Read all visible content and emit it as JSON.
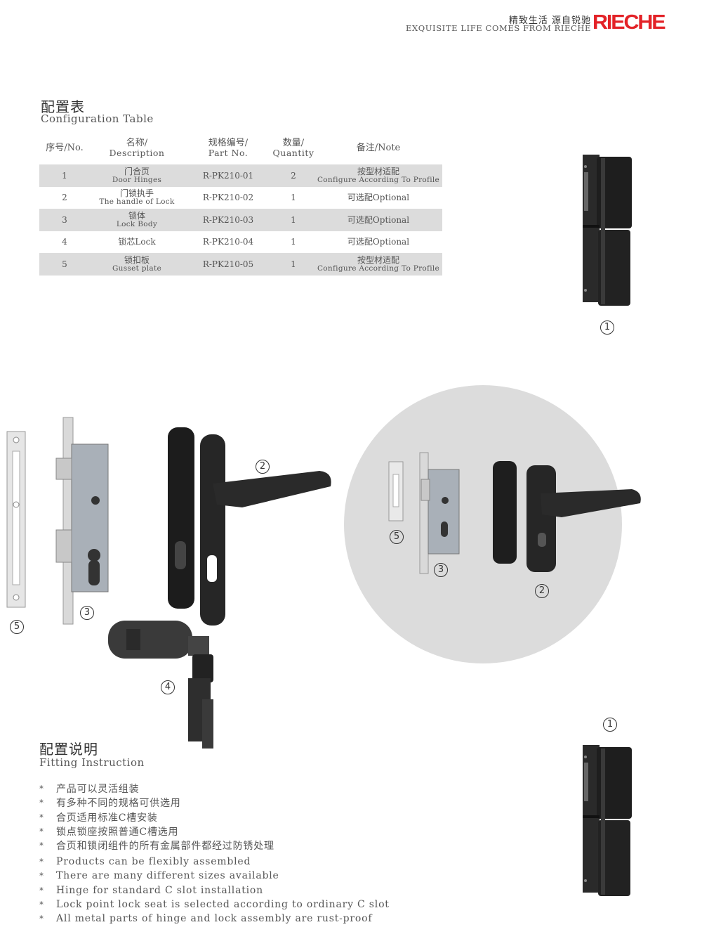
{
  "header": {
    "slogan_cn": "精致生活 源自锐驰",
    "slogan_en": "EXQUISITE LIFE COMES FROM RIECHE",
    "logo_text": "RIECHE",
    "brand_color": "#e32227"
  },
  "config_section": {
    "title_cn": "配置表",
    "title_en": "Configuration Table"
  },
  "table": {
    "headers": [
      {
        "cn": "序号/No.",
        "en": ""
      },
      {
        "cn": "名称/",
        "en": "Description"
      },
      {
        "cn": "规格编号/",
        "en": "Part No."
      },
      {
        "cn": "数量/",
        "en": "Quantity"
      },
      {
        "cn": "备注/Note",
        "en": ""
      }
    ],
    "rows": [
      {
        "no": "1",
        "name_cn": "门合页",
        "name_en": "Door Hinges",
        "part": "R-PK210-01",
        "qty": "2",
        "note_cn": "按型材适配",
        "note_en": "Configure According To Profile"
      },
      {
        "no": "2",
        "name_cn": "门锁执手",
        "name_en": "The handle of Lock",
        "part": "R-PK210-02",
        "qty": "1",
        "note_cn": "可选配Optional",
        "note_en": ""
      },
      {
        "no": "3",
        "name_cn": "锁体",
        "name_en": "Lock Body",
        "part": "R-PK210-03",
        "qty": "1",
        "note_cn": "可选配Optional",
        "note_en": ""
      },
      {
        "no": "4",
        "name_cn": "锁芯Lock",
        "name_en": "",
        "part": "R-PK210-04",
        "qty": "1",
        "note_cn": "可选配Optional",
        "note_en": ""
      },
      {
        "no": "5",
        "name_cn": "锁扣板",
        "name_en": "Gusset plate",
        "part": "R-PK210-05",
        "qty": "1",
        "note_cn": "按型材适配",
        "note_en": "Configure According To Profile"
      }
    ]
  },
  "labels": {
    "n1": "1",
    "n2": "2",
    "n3": "3",
    "n4": "4",
    "n5": "5"
  },
  "fitting_section": {
    "title_cn": "配置说明",
    "title_en": "Fitting Instruction",
    "bullet": "*",
    "items": [
      "产品可以灵活组装",
      "有多种不同的规格可供选用",
      "合页适用标准C槽安装",
      "锁点锁座按照普通C槽选用",
      "合页和锁闭组件的所有金属部件都经过防锈处理",
      "Products can be flexibly assembled",
      "There are many different sizes available",
      "Hinge for standard C slot installation",
      "Lock point lock seat is selected according to ordinary C slot",
      "All metal parts of hinge and lock assembly are rust-proof"
    ]
  }
}
